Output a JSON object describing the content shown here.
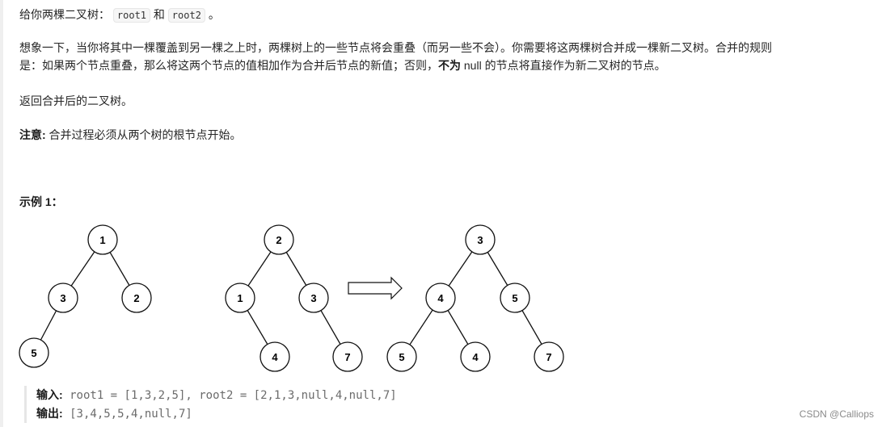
{
  "problem": {
    "intro": {
      "prefix": "给你两棵二叉树：",
      "code1": "root1",
      "and": "和",
      "code2": "root2",
      "suffix": "。"
    },
    "para2_line1": "想象一下，当你将其中一棵覆盖到另一棵之上时，两棵树上的一些节点将会重叠（而另一些不会）。你需要将这两棵树合并成一棵新二叉树。合并的规则",
    "para2_line2_prefix": "是：如果两个节点重叠，那么将这两个节点的值相加作为合并后节点的新值；否则，",
    "para2_line2_bold": "不为",
    "para2_line2_suffix": " null 的节点将直接作为新二叉树的节点。",
    "return_text": "返回合并后的二叉树。",
    "note_label": "注意:",
    "note_text": " 合并过程必须从两个树的根节点开始。",
    "example_title": "示例 1："
  },
  "diagram": {
    "tree1": {
      "nodes": [
        "1",
        "3",
        "2",
        "5"
      ]
    },
    "tree2": {
      "nodes": [
        "2",
        "1",
        "3",
        "4",
        "7"
      ]
    },
    "result": {
      "nodes": [
        "3",
        "4",
        "5",
        "5",
        "4",
        "7"
      ]
    },
    "arrow": "merge-arrow"
  },
  "example": {
    "input_label": "输入:",
    "input_value": " root1 = [1,3,2,5], root2 = [2,1,3,null,4,null,7]",
    "output_label": "输出:",
    "output_value": " [3,4,5,5,4,null,7]"
  },
  "watermark": "CSDN @Calliops"
}
